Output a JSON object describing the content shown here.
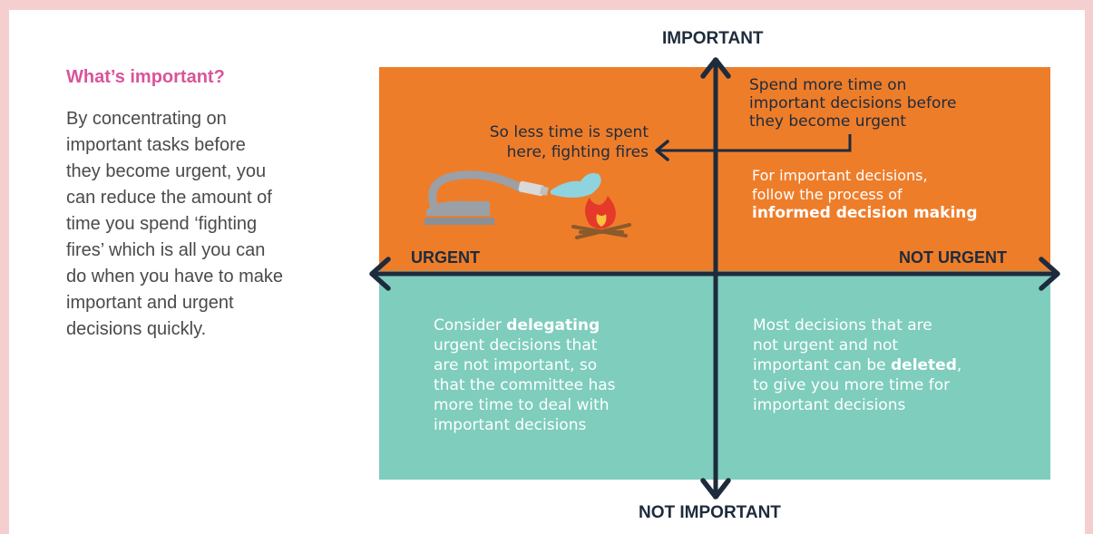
{
  "sidebar": {
    "heading": "What’s important?",
    "body_lines": [
      "By concentrating on",
      "important tasks before",
      "they become urgent, you",
      "can reduce the amount of",
      "time you spend ‘fighting",
      "fires’ which is all you can",
      "do when you have to make",
      "important and urgent",
      "decisions quickly."
    ]
  },
  "matrix": {
    "axis_top": "IMPORTANT",
    "axis_bottom": "NOT IMPORTANT",
    "axis_left": "URGENT",
    "axis_right": "NOT URGENT",
    "urgent_important": {
      "lines": [
        "So less time is spent",
        "here, fighting fires"
      ],
      "icon": "fire-hose-icon"
    },
    "not_urgent_important": {
      "spend_lines": [
        "Spend more time on",
        "important decisions before",
        "they become urgent"
      ],
      "follow_lines": [
        "For important decisions,",
        "follow the process of"
      ],
      "follow_bold": "informed decision making"
    },
    "urgent_not_important": {
      "line1_prefix": "Consider ",
      "line1_bold": "delegating",
      "lines": [
        "urgent decisions that",
        "are not important, so",
        "that the committee has",
        "more time to deal with",
        "important decisions"
      ]
    },
    "not_urgent_not_important": {
      "lines": [
        "Most decisions that are",
        "not urgent and not"
      ],
      "line3_prefix": "important can be ",
      "line3_bold": "deleted",
      "line3_suffix": ",",
      "tail_lines": [
        "to give you more time for",
        "important decisions"
      ]
    },
    "colors": {
      "orange": "#ee7d2a",
      "teal": "#7ecdbd",
      "axis": "#1e2b3c",
      "heading_pink": "#d9549a",
      "frame": "#f5cfcf"
    }
  }
}
